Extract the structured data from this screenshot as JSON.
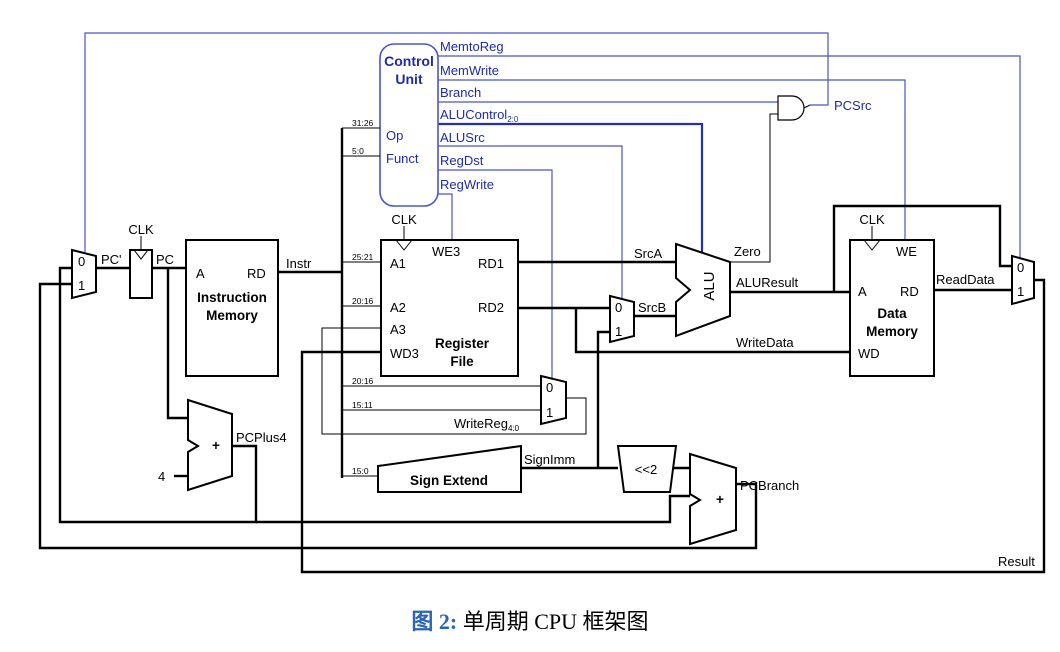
{
  "control_unit": {
    "title_line1": "Control",
    "title_line2": "Unit",
    "op": "Op",
    "funct": "Funct"
  },
  "control_signals": {
    "memtoreg": "MemtoReg",
    "memwrite": "MemWrite",
    "branch": "Branch",
    "alucontrol": "ALUControl",
    "alucontrol_sub": "2:0",
    "alusrc": "ALUSrc",
    "regdst": "RegDst",
    "regwrite": "RegWrite",
    "pcsrc": "PCSrc"
  },
  "bit_fields": {
    "op": "31:26",
    "funct": "5:0",
    "rs": "25:21",
    "rt": "20:16",
    "rt2": "20:16",
    "rd": "15:11",
    "imm": "15:0"
  },
  "instruction_memory": {
    "a": "A",
    "rd": "RD",
    "line1": "Instruction",
    "line2": "Memory"
  },
  "register_file": {
    "clk": "CLK",
    "we3": "WE3",
    "a1": "A1",
    "a2": "A2",
    "a3": "A3",
    "wd3": "WD3",
    "rd1": "RD1",
    "rd2": "RD2",
    "line1": "Register",
    "line2": "File"
  },
  "data_memory": {
    "clk": "CLK",
    "we": "WE",
    "a": "A",
    "rd": "RD",
    "wd": "WD",
    "line1": "Data",
    "line2": "Memory"
  },
  "pc_register": {
    "clk": "CLK"
  },
  "alu": {
    "label": "ALU"
  },
  "sign_extend": {
    "label": "Sign Extend"
  },
  "shift": {
    "label": "<<2"
  },
  "adders": {
    "plus": "+"
  },
  "mux": {
    "zero": "0",
    "one": "1"
  },
  "signals": {
    "pc_prime": "PC'",
    "pc": "PC",
    "instr": "Instr",
    "pcplus4": "PCPlus4",
    "four": "4",
    "srca": "SrcA",
    "srcb": "SrcB",
    "zero": "Zero",
    "aluresult": "ALUResult",
    "writedata": "WriteData",
    "readdata": "ReadData",
    "writereg": "WriteReg",
    "writereg_sub": "4:0",
    "signimm": "SignImm",
    "pcbranch": "PCBranch",
    "result": "Result"
  },
  "caption": {
    "figure": "图 2:",
    "text": "单周期 CPU 框架图"
  }
}
